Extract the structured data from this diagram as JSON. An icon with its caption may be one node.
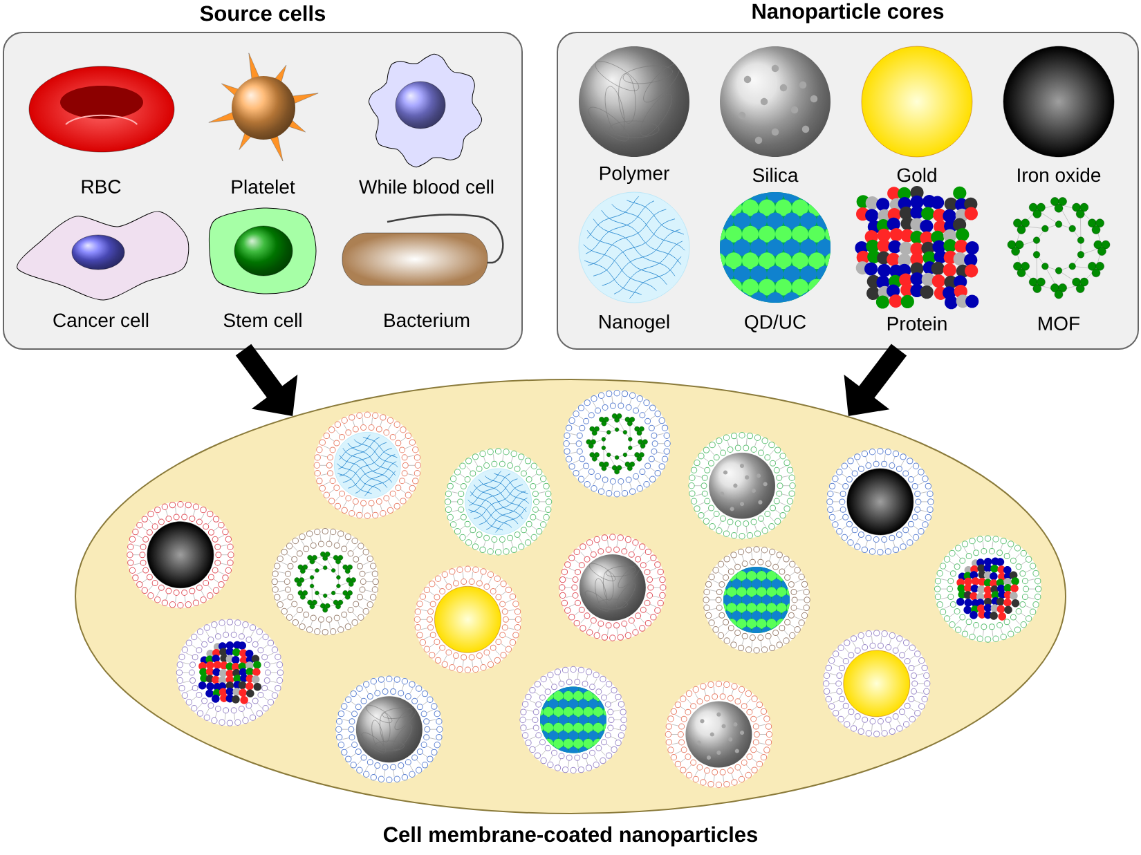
{
  "diagram": {
    "nodes": [
      {
        "text": [
          "Source cells"
        ]
      },
      {
        "text": [
          "RBC"
        ],
        "in": 0
      },
      {
        "text": [
          "Platelet"
        ],
        "in": 0
      },
      {
        "text": [
          "While blood cell"
        ],
        "in": 0
      },
      {
        "text": [
          "Cancer cell"
        ],
        "in": 0
      },
      {
        "text": [
          "Stem cell"
        ],
        "in": 0
      },
      {
        "text": [
          "Bacterium"
        ],
        "in": 0
      },
      {
        "text": [
          "Nanoparticle cores"
        ]
      },
      {
        "text": [
          "Polymer"
        ],
        "in": 7
      },
      {
        "text": [
          "Silica"
        ],
        "in": 7
      },
      {
        "text": [
          "Gold"
        ],
        "in": 7
      },
      {
        "text": [
          "Iron oxide"
        ],
        "in": 7
      },
      {
        "text": [
          "Nanogel"
        ],
        "in": 7
      },
      {
        "text": [
          "QD/UC"
        ],
        "in": 7
      },
      {
        "text": [
          "Protein"
        ],
        "in": 7
      },
      {
        "text": [
          "MOF"
        ],
        "in": 7
      },
      {
        "text": [
          "Cell membrane-coated nanoparticles"
        ]
      }
    ],
    "edges": [
      {
        "from": 0,
        "to": 16,
        "arrow": "to"
      },
      {
        "from": 7,
        "to": 16,
        "arrow": "to"
      }
    ]
  }
}
